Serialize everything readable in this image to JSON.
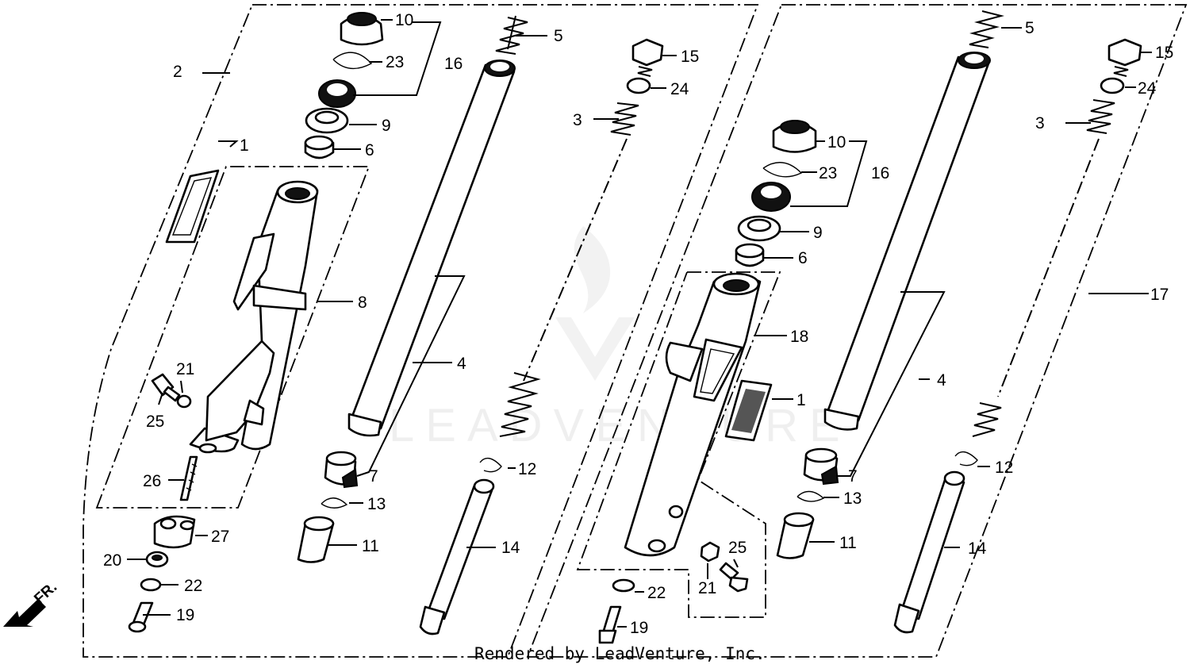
{
  "callouts": {
    "left": {
      "n1": "1",
      "n2": "2",
      "n3": "3",
      "n4": "4",
      "n5": "5",
      "n6": "6",
      "n7": "7",
      "n8": "8",
      "n9": "9",
      "n10": "10",
      "n11": "11",
      "n12": "12",
      "n13": "13",
      "n14": "14",
      "n15": "15",
      "n16": "16",
      "n19": "19",
      "n20": "20",
      "n21": "21",
      "n22": "22",
      "n23": "23",
      "n24": "24",
      "n25": "25",
      "n26": "26",
      "n27": "27"
    },
    "right": {
      "n1": "1",
      "n3": "3",
      "n4": "4",
      "n5": "5",
      "n6": "6",
      "n7": "7",
      "n9": "9",
      "n10": "10",
      "n11": "11",
      "n12": "12",
      "n13": "13",
      "n14": "14",
      "n15": "15",
      "n16": "16",
      "n17": "17",
      "n18": "18",
      "n19": "19",
      "n21": "21",
      "n22": "22",
      "n23": "23",
      "n24": "24",
      "n25": "25"
    }
  },
  "direction_label": "FR.",
  "watermark": "LEADVENTURE",
  "footer": "Rendered by LeadVenture, Inc."
}
